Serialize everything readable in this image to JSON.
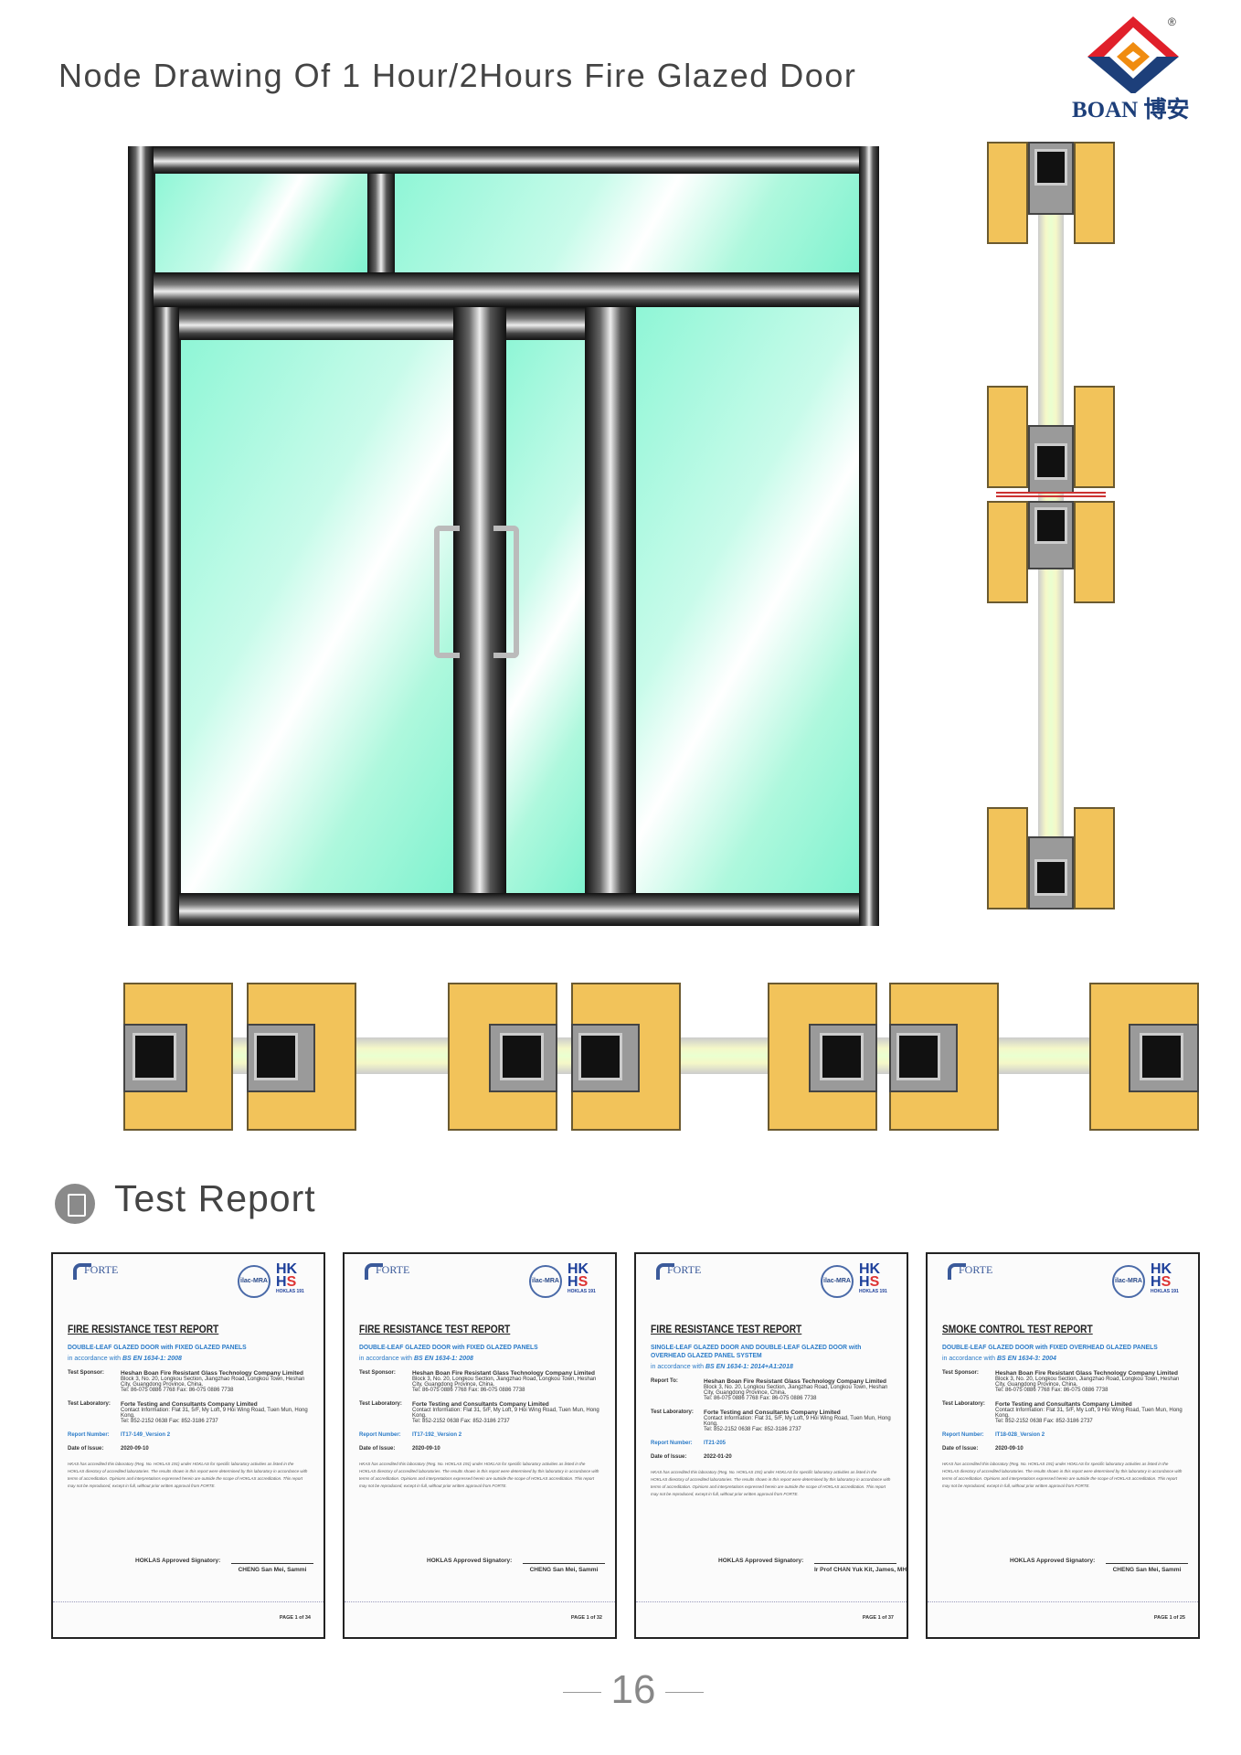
{
  "header": {
    "title": "Node Drawing Of 1 Hour/2Hours Fire Glazed Door",
    "logo_text": "BOAN 博安",
    "logo_mark": "®"
  },
  "section": {
    "title": "Test Report",
    "icon": "clipboard-icon"
  },
  "reports": [
    {
      "title": "FIRE RESISTANCE TEST REPORT",
      "subject": "DOUBLE-LEAF GLAZED DOOR with FIXED GLAZED PANELS",
      "standard_prefix": "in accordance with",
      "standard": "BS EN 1634-1: 2008",
      "party_label": "Test Sponsor:",
      "party": "Heshan Boan Fire Resistant Glass Technology Company Limited",
      "lab_label": "Test Laboratory:",
      "lab": "Forte Testing and Consultants Company Limited",
      "report_label": "Report Number:",
      "report_number": "IT17-149_Version 2",
      "date_label": "Date of Issue:",
      "date": "2020-09-10",
      "signatory_label": "HOKLAS Approved Signatory:",
      "signatory": "CHENG San Mei, Sammi",
      "page": "PAGE 1 of 34"
    },
    {
      "title": "FIRE RESISTANCE TEST REPORT",
      "subject": "DOUBLE-LEAF GLAZED DOOR with FIXED GLAZED PANELS",
      "standard_prefix": "in accordance with",
      "standard": "BS EN 1634-1: 2008",
      "party_label": "Test Sponsor:",
      "party": "Heshan Boan Fire Resistant Glass Technology Company Limited",
      "lab_label": "Test Laboratory:",
      "lab": "Forte Testing and Consultants Company Limited",
      "report_label": "Report Number:",
      "report_number": "IT17-192_Version 2",
      "date_label": "Date of Issue:",
      "date": "2020-09-10",
      "signatory_label": "HOKLAS Approved Signatory:",
      "signatory": "CHENG San Mei, Sammi",
      "page": "PAGE 1 of 32"
    },
    {
      "title": "FIRE RESISTANCE TEST REPORT",
      "subject": "SINGLE-LEAF GLAZED DOOR AND DOUBLE-LEAF GLAZED DOOR with OVERHEAD GLAZED PANEL SYSTEM",
      "standard_prefix": "in accordance with",
      "standard": "BS EN 1634-1: 2014+A1:2018",
      "party_label": "Report To:",
      "party": "Heshan Boan Fire Resistant Glass Technology Company Limited",
      "lab_label": "Test Laboratory:",
      "lab": "Forte Testing and Consultants Company Limited",
      "report_label": "Report Number:",
      "report_number": "IT21-205",
      "date_label": "Date of Issue:",
      "date": "2022-01-20",
      "signatory_label": "HOKLAS Approved Signatory:",
      "signatory": "Ir Prof CHAN Yuk Kit, James, MH, JP, RPE (Fire)",
      "page": "PAGE 1 of 37"
    },
    {
      "title": "SMOKE CONTROL TEST REPORT",
      "subject": "DOUBLE-LEAF GLAZED DOOR with FIXED OVERHEAD GLAZED PANELS",
      "standard_prefix": "in accordance with",
      "standard": "BS EN 1634-3: 2004",
      "party_label": "Test Sponsor:",
      "party": "Heshan Boan Fire Resistant Glass Technology Company Limited",
      "lab_label": "Test Laboratory:",
      "lab": "Forte Testing and Consultants Company Limited",
      "report_label": "Report Number:",
      "report_number": "IT18-028_Version 2",
      "date_label": "Date of Issue:",
      "date": "2020-09-10",
      "signatory_label": "HOKLAS Approved Signatory:",
      "signatory": "CHENG San Mei, Sammi",
      "page": "PAGE 1 of 25"
    }
  ],
  "report_common": {
    "lab_name": "FORTE",
    "ilac": "ilac-MRA",
    "hk": "HK",
    "accr": "HOKLAS 191",
    "address": "Block 3, No. 20, Longkou Section, Jiangzhao Road, Longkou Town, Heshan City, Guangdong Province, China.",
    "tel": "Tel: 86-075 0886 7768   Fax: 86-075 0886 7738",
    "lab_address": "Contact Information: Flat 31, 5/F, My Loft, 9 Hoi Wing Road, Tuen Mun, Hong Kong.",
    "lab_tel": "Tel: 852-2152 0638   Fax: 852-3186 2737",
    "fine": "HKAS has accredited this laboratory (Reg. No. HOKLAS 191) under HOKLAS for specific laboratory activities as listed in the HOKLAS directory of accredited laboratories. The results shown in this report were determined by this laboratory in accordance with terms of accreditation. Opinions and interpretations expressed herein are outside the scope of HOKLAS accreditation. This report may not be reproduced, except in full, without prior written approval from FORTE."
  },
  "page_number": "16",
  "colors": {
    "glass": "#8ff6d6",
    "insulation": "#f2c35a",
    "brand_blue": "#1d3f7a",
    "brand_red": "#e0202a",
    "brand_orange": "#f08c10"
  }
}
